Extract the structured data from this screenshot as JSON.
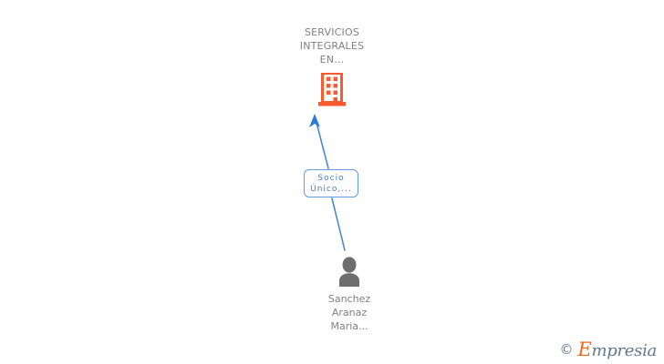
{
  "diagram": {
    "type": "org-ownership-graph",
    "background_color": "#ffffff",
    "company": {
      "label": "SERVICIOS\nINTEGRALES\nEN...",
      "icon": "building-icon",
      "icon_color": "#FA5A2D",
      "text_color": "#808080"
    },
    "relation": {
      "label_line1": "Socio",
      "label_line2": "Único,...",
      "border_color": "#629BE0",
      "text_color": "#4A7FC8",
      "fill_color": "#fdfdff"
    },
    "person": {
      "label": "Sanchez\nAranaz\nMaria...",
      "icon": "person-icon",
      "icon_color": "#6E6E6E",
      "text_color": "#808080"
    },
    "edge": {
      "color": "#4A8AD8",
      "direction": "person-to-company",
      "arrowhead": "up"
    }
  },
  "watermark": {
    "copyright_symbol": "©",
    "brand_initial": "E",
    "brand_rest": "mpresia",
    "initial_color": "#F26722",
    "rest_color": "#5F7A8C"
  }
}
